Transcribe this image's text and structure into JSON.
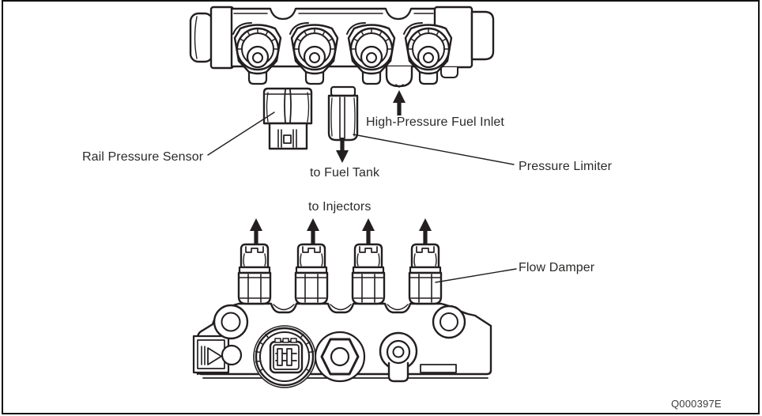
{
  "figure": {
    "reference_code": "Q000397E",
    "labels": {
      "rail_pressure_sensor": "Rail Pressure Sensor",
      "high_pressure_fuel_inlet": "High-Pressure Fuel Inlet",
      "to_fuel_tank": "to Fuel Tank",
      "pressure_limiter": "Pressure Limiter",
      "to_injectors": "to Injectors",
      "flow_damper": "Flow Damper"
    },
    "colors": {
      "line": "#231f20",
      "background": "#ffffff"
    }
  }
}
